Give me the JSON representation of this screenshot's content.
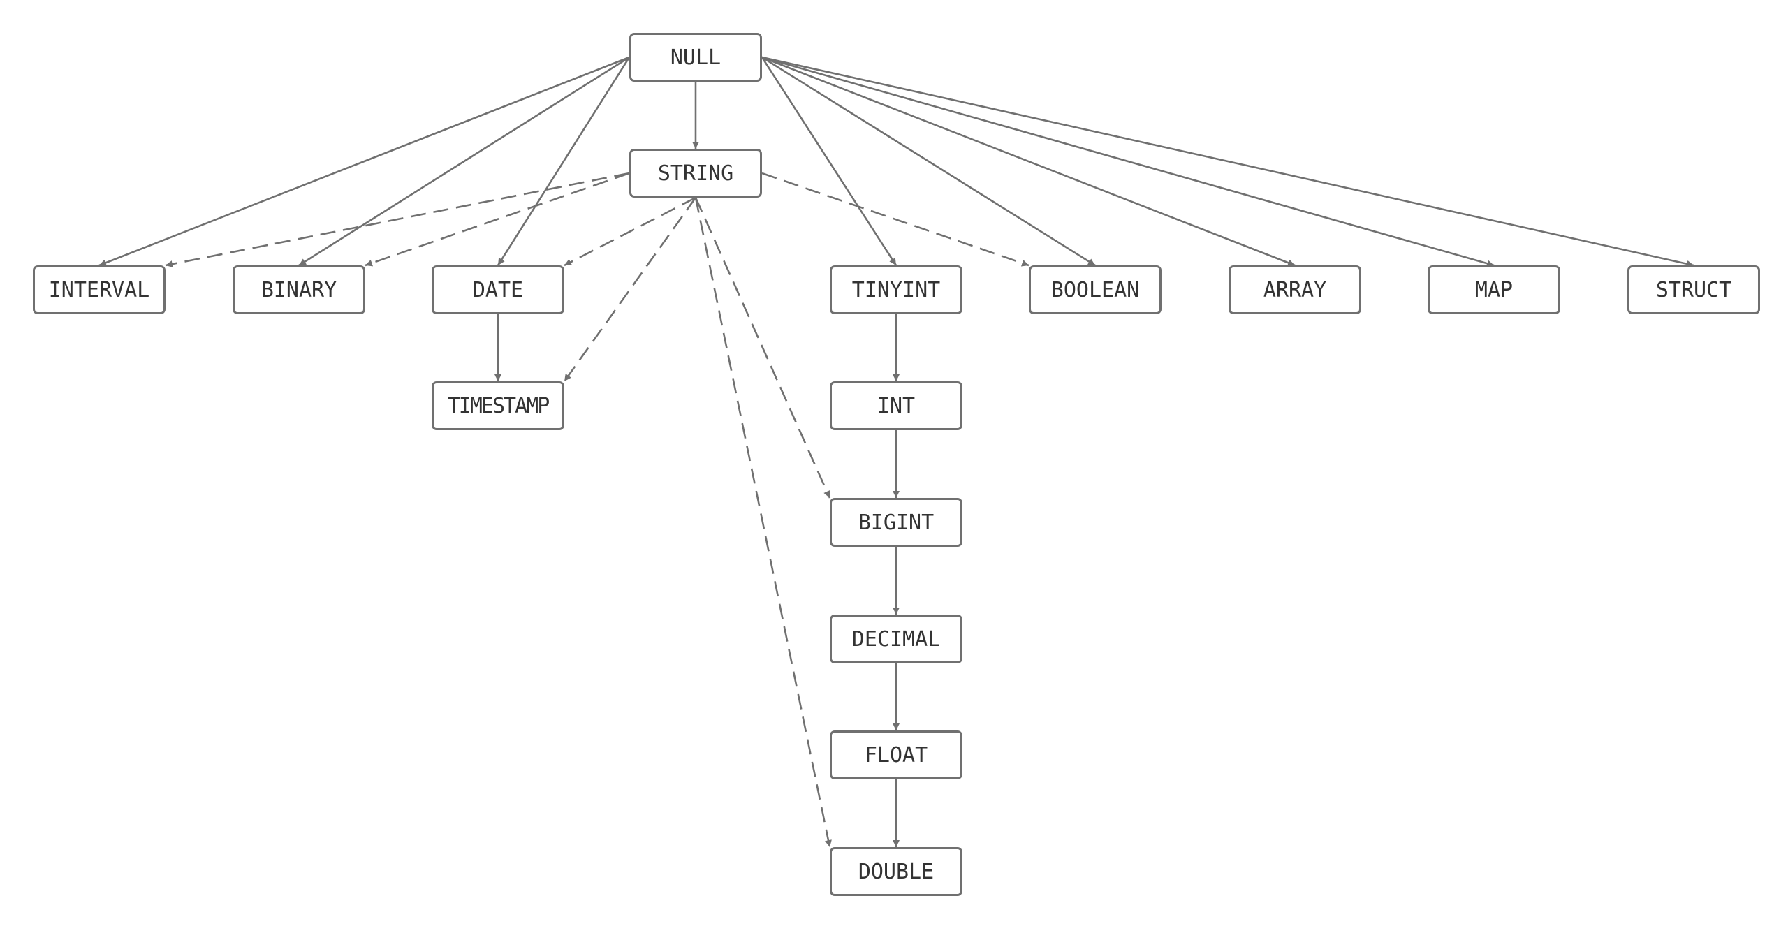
{
  "nodes": {
    "null": "NULL",
    "string": "STRING",
    "interval": "INTERVAL",
    "binary": "BINARY",
    "date": "DATE",
    "tinyint": "TINYINT",
    "boolean": "BOOLEAN",
    "array": "ARRAY",
    "map": "MAP",
    "struct": "STRUCT",
    "timestamp": "TIMESTAMP",
    "int": "INT",
    "bigint": "BIGINT",
    "decimal": "DECIMAL",
    "float": "FLOAT",
    "double": "DOUBLE"
  },
  "edges": [
    {
      "from": "NULL",
      "to": "STRING",
      "style": "solid"
    },
    {
      "from": "NULL",
      "to": "INTERVAL",
      "style": "solid"
    },
    {
      "from": "NULL",
      "to": "BINARY",
      "style": "solid"
    },
    {
      "from": "NULL",
      "to": "DATE",
      "style": "solid"
    },
    {
      "from": "NULL",
      "to": "TINYINT",
      "style": "solid"
    },
    {
      "from": "NULL",
      "to": "BOOLEAN",
      "style": "solid"
    },
    {
      "from": "NULL",
      "to": "ARRAY",
      "style": "solid"
    },
    {
      "from": "NULL",
      "to": "MAP",
      "style": "solid"
    },
    {
      "from": "NULL",
      "to": "STRUCT",
      "style": "solid"
    },
    {
      "from": "STRING",
      "to": "INTERVAL",
      "style": "dashed"
    },
    {
      "from": "STRING",
      "to": "BINARY",
      "style": "dashed"
    },
    {
      "from": "STRING",
      "to": "DATE",
      "style": "dashed"
    },
    {
      "from": "STRING",
      "to": "TIMESTAMP",
      "style": "dashed"
    },
    {
      "from": "STRING",
      "to": "BIGINT",
      "style": "dashed"
    },
    {
      "from": "STRING",
      "to": "DOUBLE",
      "style": "dashed"
    },
    {
      "from": "STRING",
      "to": "BOOLEAN",
      "style": "dashed"
    },
    {
      "from": "DATE",
      "to": "TIMESTAMP",
      "style": "solid"
    },
    {
      "from": "TINYINT",
      "to": "INT",
      "style": "solid"
    },
    {
      "from": "INT",
      "to": "BIGINT",
      "style": "solid"
    },
    {
      "from": "BIGINT",
      "to": "DECIMAL",
      "style": "solid"
    },
    {
      "from": "DECIMAL",
      "to": "FLOAT",
      "style": "solid"
    },
    {
      "from": "FLOAT",
      "to": "DOUBLE",
      "style": "solid"
    }
  ],
  "colors": {
    "stroke": "#707070",
    "text": "#333333",
    "background": "#ffffff"
  }
}
